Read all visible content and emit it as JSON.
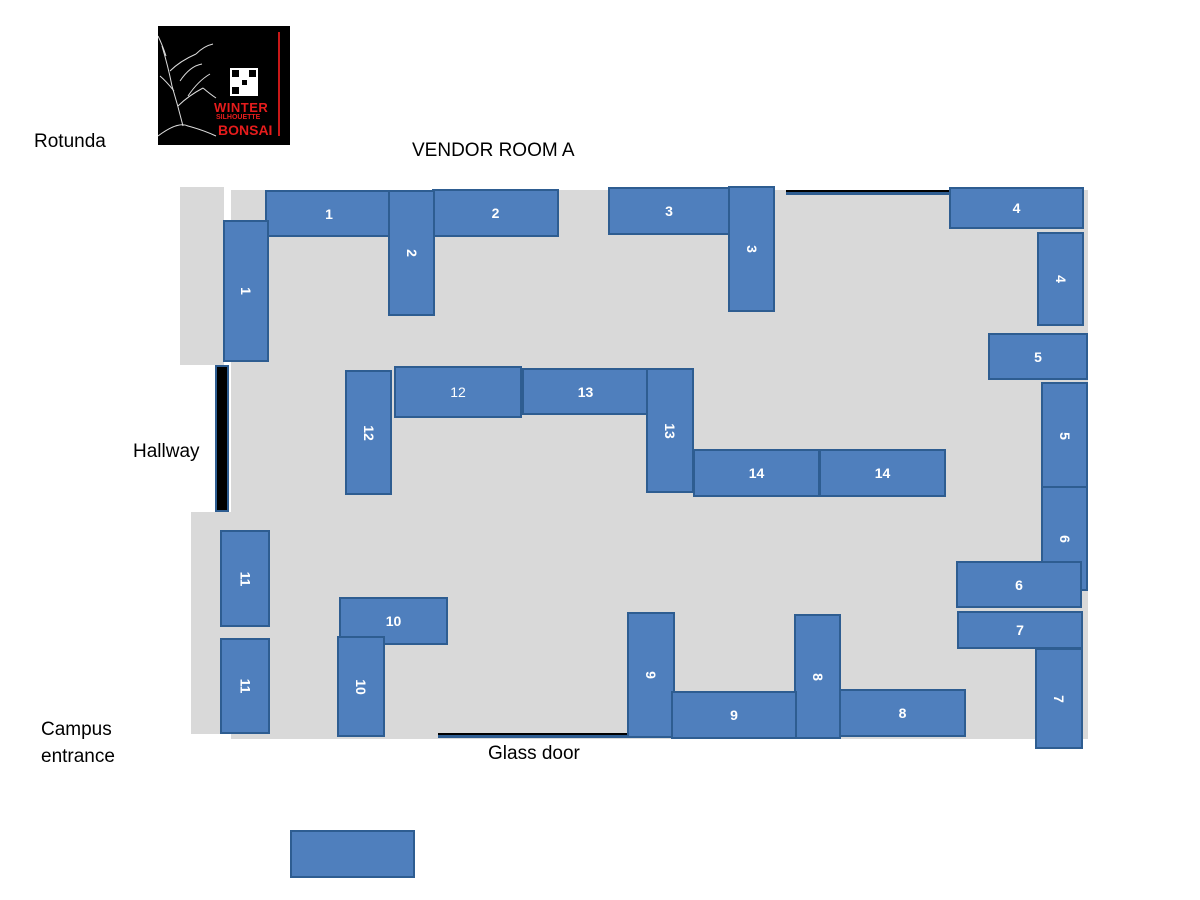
{
  "labels": {
    "rotunda": "Rotunda",
    "vendor_room": "VENDOR ROOM A",
    "hallway": "Hallway",
    "campus_entrance_line1": "Campus",
    "campus_entrance_line2": "entrance",
    "glass_door": "Glass door"
  },
  "logo": {
    "line1": "WINTER",
    "line2": "SILHOUETTE",
    "line3": "BONSAI",
    "icon": "bonsai-tree-logo"
  },
  "tables": [
    "1",
    "1",
    "2",
    "2",
    "3",
    "3",
    "4",
    "4",
    "5",
    "5",
    "6",
    "6",
    "7",
    "7",
    "8",
    "8",
    "9",
    "9",
    "10",
    "10",
    "11",
    "11",
    "12",
    "12",
    "13",
    "13",
    "14",
    "14",
    ""
  ],
  "colors": {
    "table_fill": "#4f7fbd",
    "table_border": "#2e5d91",
    "floor": "#d9d9d9",
    "logo_red": "#e61c1c"
  }
}
